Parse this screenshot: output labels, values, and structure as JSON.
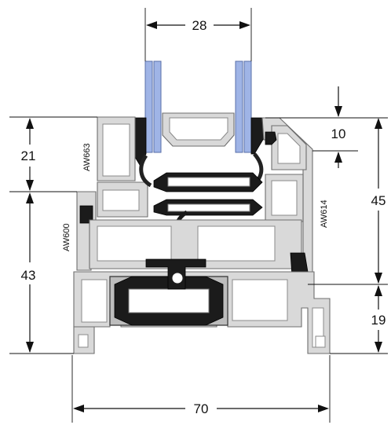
{
  "dimensions": {
    "top_width": "28",
    "glazing_offset": "10",
    "sash_upper": "21",
    "frame_lower": "43",
    "right_height": "45",
    "right_lower": "19",
    "overall_width": "70"
  },
  "profile_codes": {
    "sash": "AW663",
    "frame": "AW600",
    "bead": "AW614"
  },
  "colors": {
    "glass": "#9fb4e6",
    "aluminium": "#d9d9d9",
    "gasket": "#1b1b1b"
  }
}
